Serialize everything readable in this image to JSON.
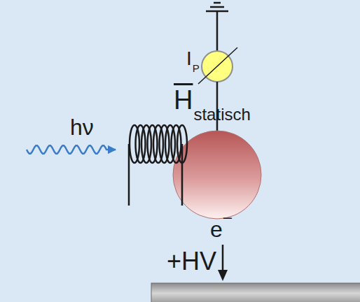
{
  "diagram": {
    "labels": [
      "hν",
      "H",
      "statisch",
      "I",
      "P",
      "e",
      "–",
      "+HV"
    ]
  }
}
